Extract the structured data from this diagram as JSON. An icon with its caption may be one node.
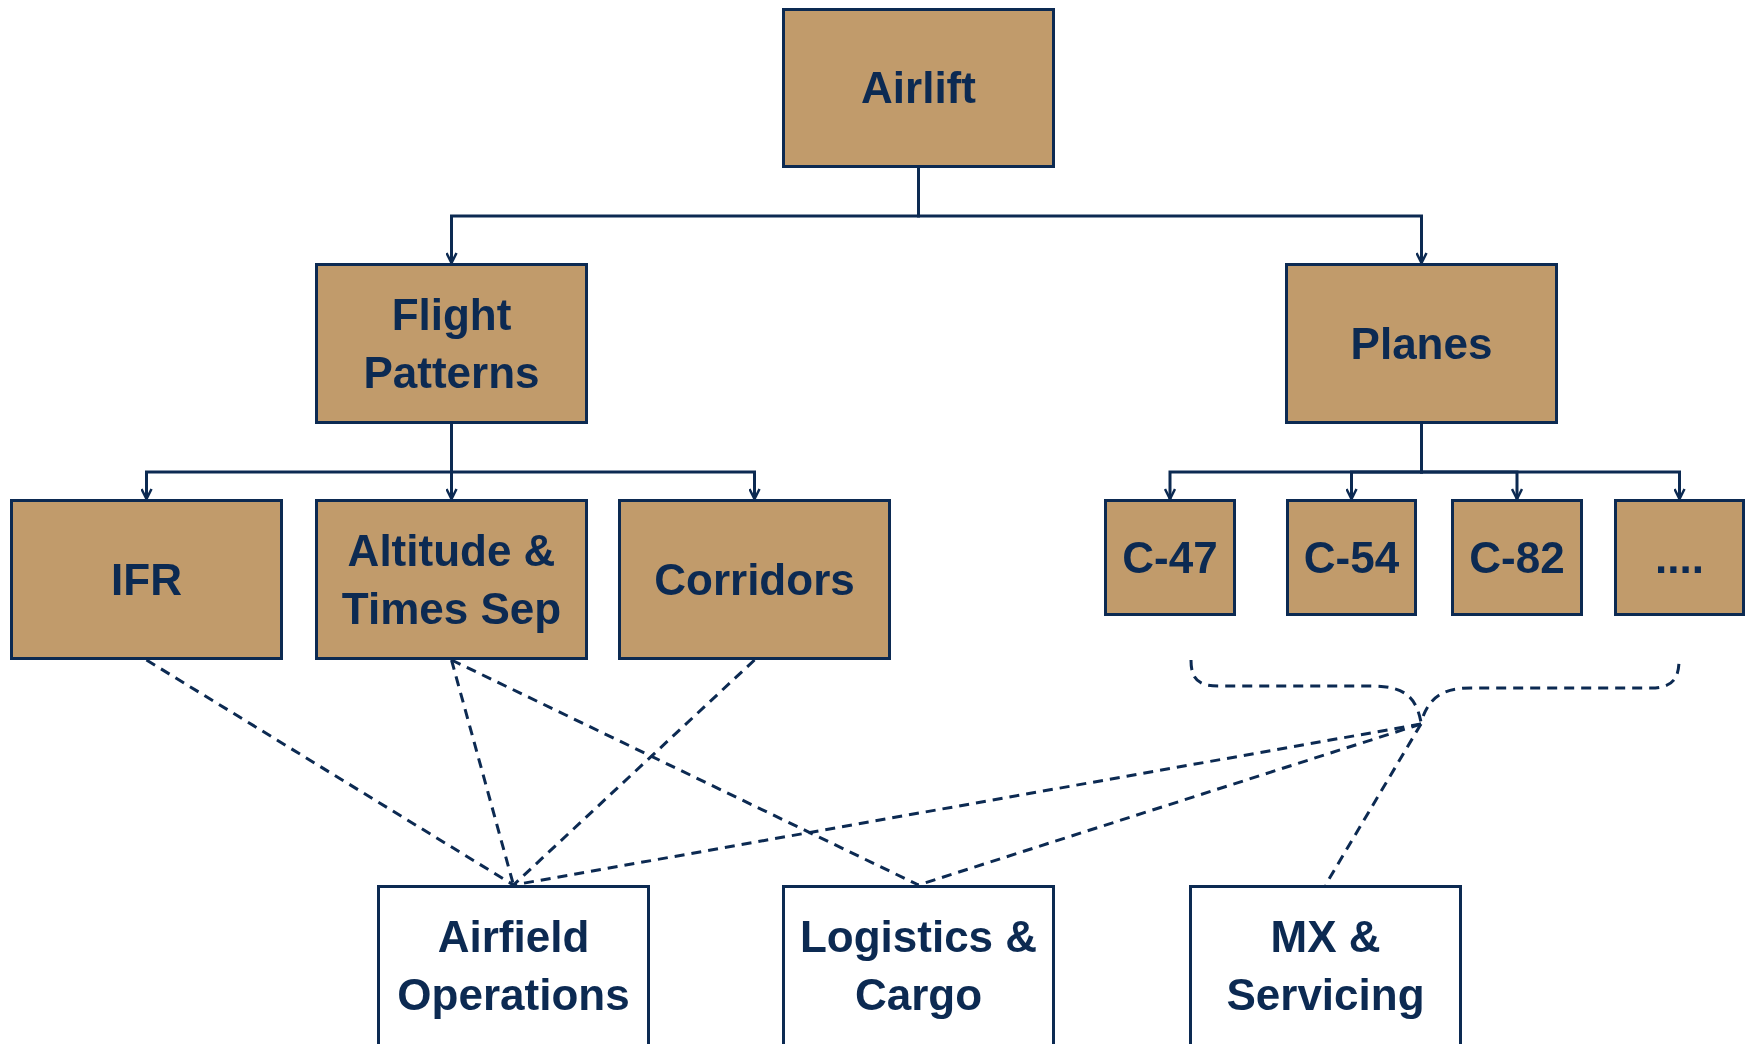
{
  "diagram": {
    "nodes": [
      {
        "text": [
          "Airlift"
        ]
      },
      {
        "text": [
          "Flight Patterns"
        ]
      },
      {
        "text": [
          "Planes"
        ]
      },
      {
        "text": [
          "IFR"
        ]
      },
      {
        "text": [
          "Altitude & Times Sep"
        ]
      },
      {
        "text": [
          "Corridors"
        ]
      },
      {
        "text": [
          "C-47"
        ]
      },
      {
        "text": [
          "C-54"
        ]
      },
      {
        "text": [
          "C-82"
        ]
      },
      {
        "text": [
          "...."
        ]
      },
      {
        "text": [],
        "shape": "brace"
      },
      {
        "text": [
          "Airfield Operations"
        ]
      },
      {
        "text": [
          "Logistics & Cargo"
        ]
      },
      {
        "text": [
          "MX & Servicing"
        ]
      }
    ],
    "edges": [
      {
        "from": 0,
        "to": 1,
        "arrow": "to"
      },
      {
        "from": 0,
        "to": 2,
        "arrow": "to"
      },
      {
        "from": 1,
        "to": 3,
        "arrow": "to"
      },
      {
        "from": 1,
        "to": 4,
        "arrow": "to"
      },
      {
        "from": 1,
        "to": 5,
        "arrow": "to"
      },
      {
        "from": 2,
        "to": 6,
        "arrow": "to"
      },
      {
        "from": 2,
        "to": 7,
        "arrow": "to"
      },
      {
        "from": 2,
        "to": 8,
        "arrow": "to"
      },
      {
        "from": 2,
        "to": 9,
        "arrow": "to"
      },
      {
        "from": 3,
        "to": 11,
        "arrow": "none",
        "style": "dashed"
      },
      {
        "from": 4,
        "to": 11,
        "arrow": "none",
        "style": "dashed"
      },
      {
        "from": 4,
        "to": 12,
        "arrow": "none",
        "style": "dashed"
      },
      {
        "from": 5,
        "to": 11,
        "arrow": "none",
        "style": "dashed"
      },
      {
        "from": 10,
        "to": 11,
        "arrow": "none",
        "style": "dashed"
      },
      {
        "from": 10,
        "to": 12,
        "arrow": "none",
        "style": "dashed"
      },
      {
        "from": 10,
        "to": 13,
        "arrow": "none",
        "style": "dashed"
      }
    ]
  }
}
